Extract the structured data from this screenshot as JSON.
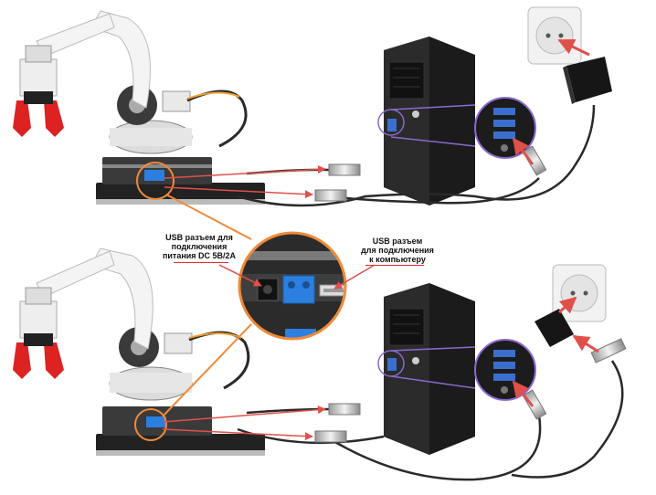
{
  "labels": {
    "power_usb": [
      "USB разъем для",
      "подключения",
      "питания DC 5В/2А"
    ],
    "pc_usb": [
      "USB разъем",
      "для подключения",
      "к компьютеру"
    ]
  },
  "colors": {
    "arrow": "#e0504a",
    "callout_ring": "#f08a3a",
    "zoom_ring": "#8a6ad0",
    "cable": "#2a2a2a",
    "tower": "#1a1a1a",
    "connector_blue": "#2a7fe0"
  },
  "scenes": [
    {
      "id": "top",
      "description_icons": [
        "robot-arm",
        "pc-tower",
        "wall-socket",
        "power-adapter"
      ]
    },
    {
      "id": "bottom",
      "description_icons": [
        "robot-arm",
        "pc-tower",
        "wall-socket",
        "usb-charger"
      ]
    }
  ]
}
